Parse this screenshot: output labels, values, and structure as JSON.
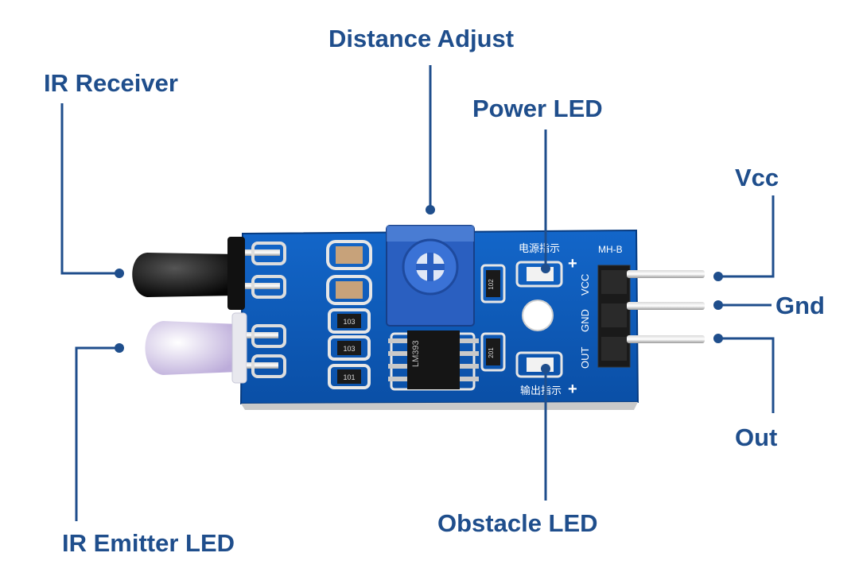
{
  "labels": {
    "distance_adjust": "Distance Adjust",
    "ir_receiver": "IR Receiver",
    "power_led": "Power LED",
    "vcc": "Vcc",
    "gnd": "Gnd",
    "out": "Out",
    "obstacle_led": "Obstacle LED",
    "ir_emitter_led": "IR Emitter LED"
  },
  "board": {
    "model": "MH-B",
    "pin_vcc": "VCC",
    "pin_gnd": "GND",
    "pin_out": "OUT",
    "chip_text": "LM393",
    "power_led_cn": "电源指示",
    "output_led_cn": "输出指示",
    "plus_sign": "+",
    "smd_102": "102",
    "smd_201": "201",
    "smd_103": "103",
    "smd_101": "101"
  },
  "colors": {
    "label_text": "#1f4e8c",
    "leader_line": "#1f4e8c",
    "pcb": "#0b58b8",
    "pot": "#2f66c9"
  }
}
